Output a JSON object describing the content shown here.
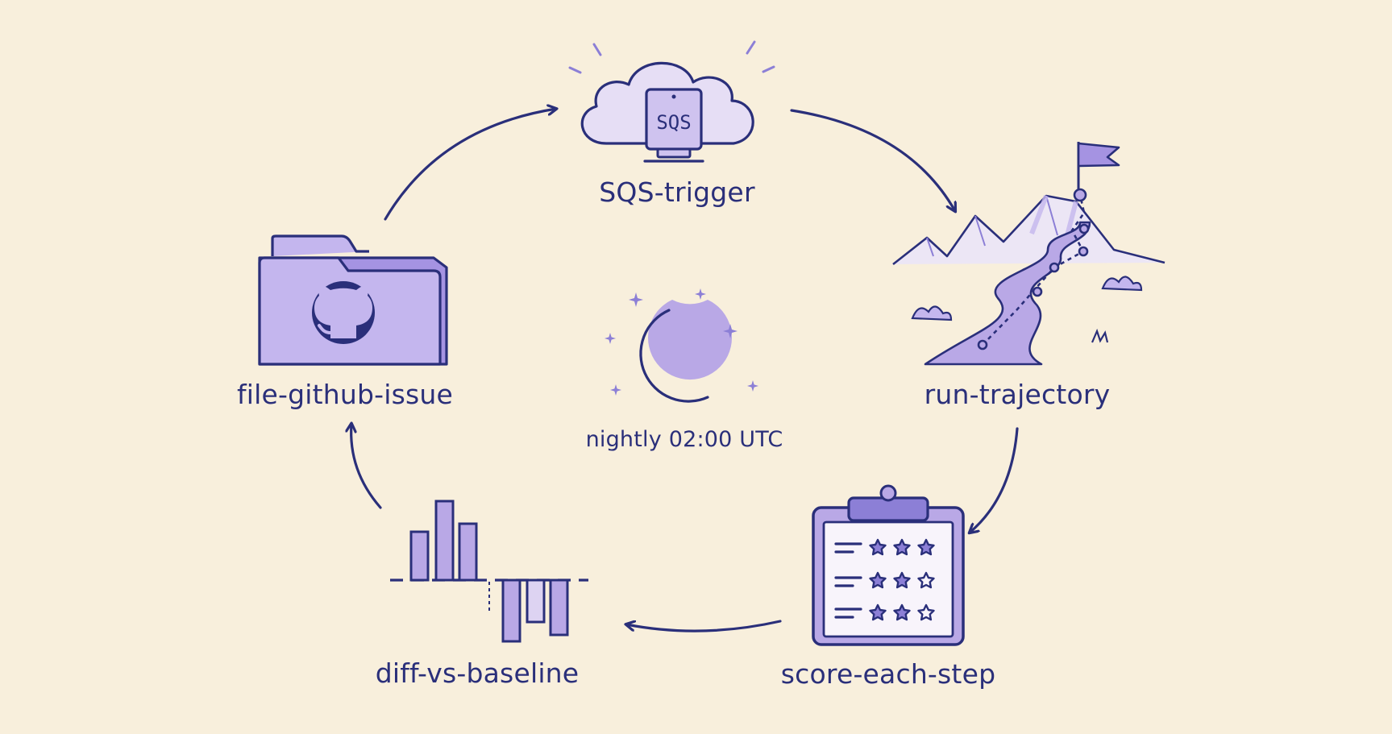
{
  "colors": {
    "background": "#f8efdc",
    "ink": "#2a2f7a",
    "fill": "#b9a8e6",
    "fill_light": "#ddd3f2",
    "fill_pale": "#ebe4f7"
  },
  "center": {
    "icon": "moon-stars-icon",
    "label": "nightly 02:00 UTC"
  },
  "steps": [
    {
      "id": "sqs-trigger",
      "label": "SQS-trigger",
      "icon": "cloud-sqs-icon",
      "icon_text": "SQS"
    },
    {
      "id": "run-trajectory",
      "label": "run-trajectory",
      "icon": "mountain-path-icon"
    },
    {
      "id": "score-each-step",
      "label": "score-each-step",
      "icon": "clipboard-stars-icon"
    },
    {
      "id": "diff-vs-baseline",
      "label": "diff-vs-baseline",
      "icon": "bar-diff-icon"
    },
    {
      "id": "file-github-issue",
      "label": "file-github-issue",
      "icon": "github-folder-icon"
    }
  ]
}
